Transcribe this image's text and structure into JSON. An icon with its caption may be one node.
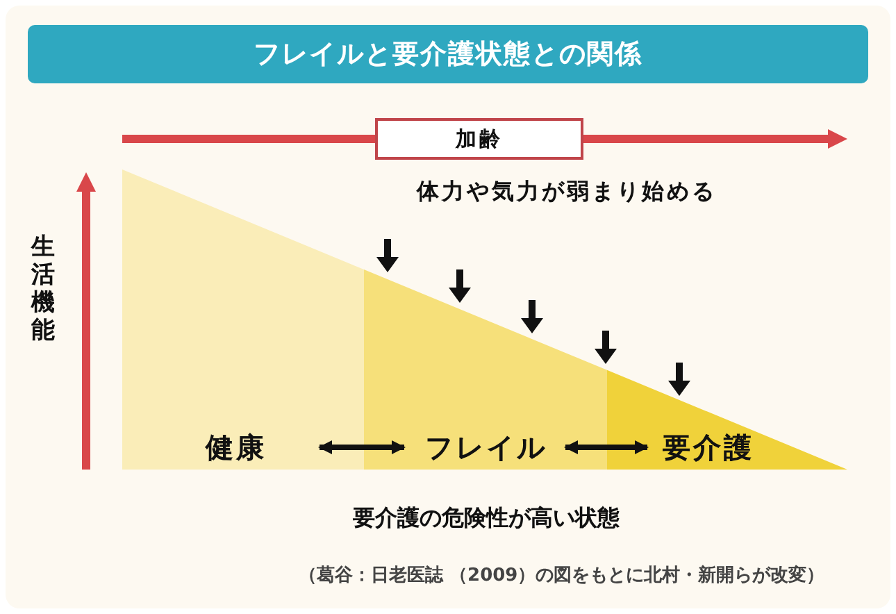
{
  "diagram": {
    "title": "フレイルと要介護状態との関係",
    "nodes": [
      {
        "text": [
          "健康"
        ]
      },
      {
        "text": [
          "フレイル"
        ]
      },
      {
        "text": [
          "要介護"
        ]
      },
      {
        "text": [
          "加齢"
        ]
      }
    ],
    "edges": [
      {
        "from": 0,
        "to": 1,
        "arrow": "both"
      },
      {
        "from": 1,
        "to": 2,
        "arrow": "both"
      }
    ],
    "labels": [
      "生活機能",
      "体力や気力が弱まり始める",
      "要介護の危険性が高い状態",
      "（葛谷：日老医誌 （2009）の図をもとに北村・新開らが改変）"
    ]
  }
}
